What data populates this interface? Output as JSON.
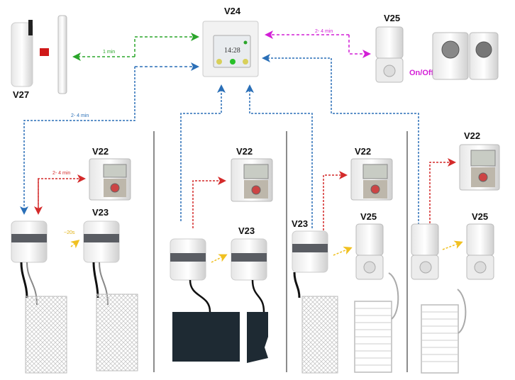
{
  "diagram": {
    "title": "Wireless heating control system",
    "colors": {
      "central_link": "#2aa52a",
      "blue_link": "#2a6fb7",
      "magenta_link": "#d21ed6",
      "red_link": "#d42a2a",
      "yellow_link": "#f0c020",
      "divider": "#666666",
      "heater_dark": "#1e2a33"
    },
    "devices": {
      "v24": {
        "label": "V24",
        "screen_time": "14:28"
      },
      "v27": {
        "label": "V27"
      },
      "v25_top": {
        "label": "V25",
        "output_label": "On/Off"
      },
      "section1": {
        "v22": "V22",
        "v23": "V23"
      },
      "section2": {
        "v22": "V22",
        "v23": "V23"
      },
      "section3": {
        "v22": "V22",
        "v23": "V23",
        "v25": "V25"
      },
      "section4": {
        "v22": "V22",
        "v25": "V25"
      }
    },
    "links": {
      "v27_interval": "1 min",
      "v25_interval": "2- 4 min",
      "blue_interval": "2- 4 min",
      "red_interval": "2- 4 min",
      "yellow_interval": "~20s"
    }
  }
}
